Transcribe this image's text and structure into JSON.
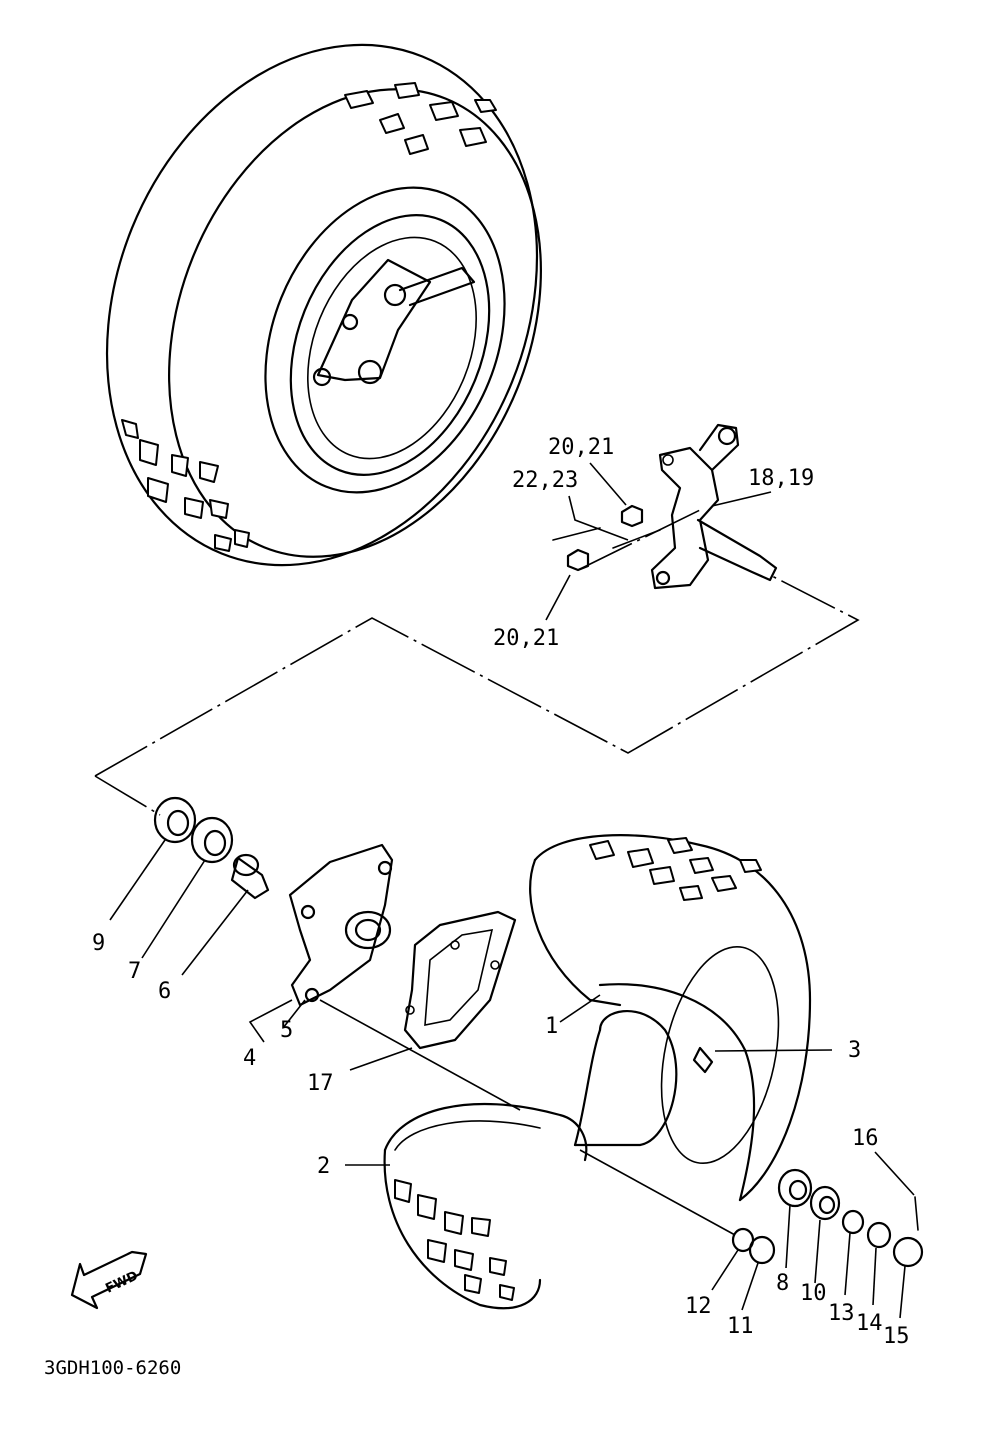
{
  "diagram": {
    "callouts": {
      "c1": "1",
      "c2": "2",
      "c3": "3",
      "c4": "4",
      "c5": "5",
      "c6": "6",
      "c7": "7",
      "c8": "8",
      "c9": "9",
      "c10": "10",
      "c11": "11",
      "c12": "12",
      "c13": "13",
      "c14": "14",
      "c15": "15",
      "c16": "16",
      "c17": "17",
      "c18_19": "18,19",
      "c20_21_top": "20,21",
      "c20_21_bottom": "20,21",
      "c22_23": "22,23"
    },
    "direction_badge": "FWD",
    "drawing_code": "3GDH100-6260"
  }
}
